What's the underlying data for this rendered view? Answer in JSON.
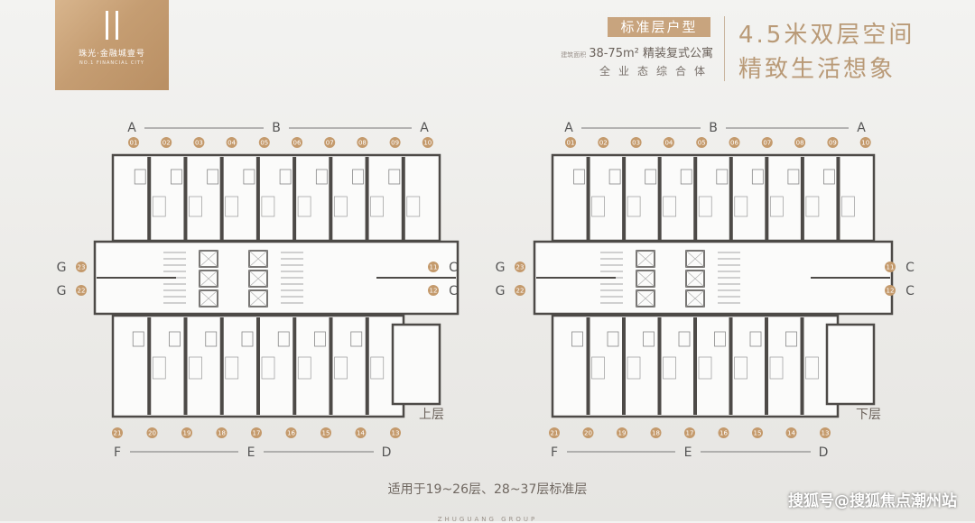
{
  "logo": {
    "name": "珠光·金融城壹号",
    "en": "NO.1 FINANCIAL CITY"
  },
  "header": {
    "tag": "标准层户型",
    "spec_small": "建筑面积",
    "spec": "38-75m² 精装复式公寓",
    "sub": "全业态综合体",
    "headline1": "4.5米双层空间",
    "headline2": "精致生活想象"
  },
  "floors": [
    {
      "level_label": "上层"
    },
    {
      "level_label": "下层"
    }
  ],
  "top_units": [
    "01",
    "02",
    "03",
    "04",
    "05",
    "06",
    "07",
    "08",
    "09",
    "10"
  ],
  "bottom_units": [
    "21",
    "20",
    "19",
    "18",
    "17",
    "16",
    "15",
    "14",
    "13"
  ],
  "left_units": [
    "23",
    "22"
  ],
  "right_units": [
    "11",
    "12"
  ],
  "letters": {
    "A": "A",
    "B": "B",
    "C": "C",
    "D": "D",
    "E": "E",
    "F": "F",
    "G": "G"
  },
  "caption": "适用于19~26层、28~37层标准层",
  "watermark": "搜狐号@搜狐焦点潮州站",
  "bottom_text": "ZHUGUANG GROUP",
  "colors": {
    "accent": "#c8a47e",
    "badge": "#c49a6c",
    "wall": "#4d4a47"
  }
}
